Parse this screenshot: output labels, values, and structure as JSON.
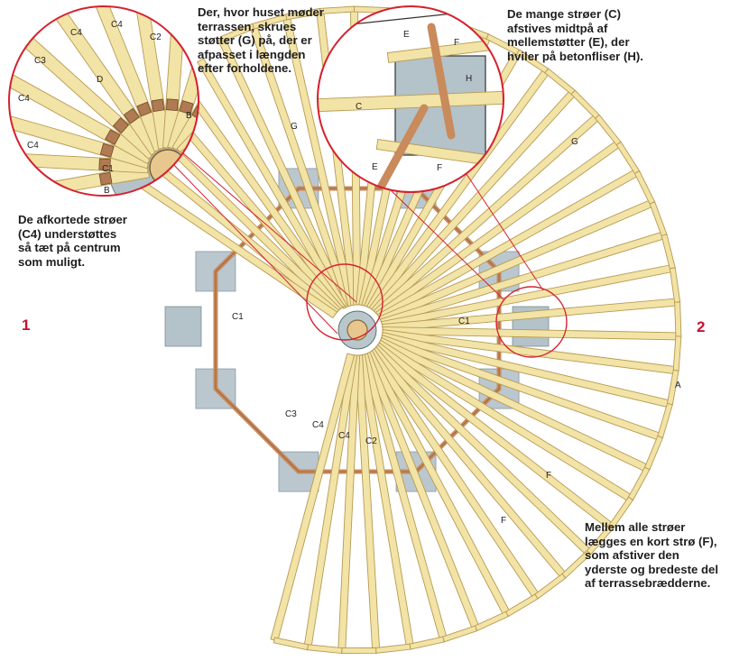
{
  "annotations": {
    "house_meets_terrace": "Der, hvor huset møder\nterrassen, skrues\nstøtter (G) på, der er\nafpasset i længden\nefter forholdene.",
    "many_joists": "De mange strøer  (C)\nafstives midtpå af\nmellemstøtter (E), der\nhviler på betonfliser (H).",
    "shortened_joists": "De afkortede strøer\n(C4) understøttes\nså tæt på centrum\nsom muligt.",
    "short_joist_between": "Mellem alle strøer\nlægges en kort strø (F),\nsom afstiver den\nyderste og bredeste del\naf terrassebrædderne."
  },
  "side_markers": {
    "left": "1",
    "right": "2"
  },
  "main_labels": {
    "C1_left": "C1",
    "C1_right": "C1",
    "C3": "C3",
    "C4_a": "C4",
    "C4_b": "C4",
    "C2": "C2",
    "G_left": "G",
    "G_right": "G",
    "A": "A",
    "F_a": "F",
    "F_b": "F"
  },
  "inset_left_labels": {
    "C4_top": "C4",
    "C4_left": "C4",
    "C4_low": "C4",
    "C4_right": "C4",
    "C2": "C2",
    "C3": "C3",
    "D": "D",
    "B_upper": "B",
    "B_lower": "B",
    "C1": "C1"
  },
  "inset_right_labels": {
    "E_top": "E",
    "F_top": "F",
    "H": "H",
    "C": "C",
    "E_bottom": "E",
    "F_bottom": "F"
  },
  "colors": {
    "joist_fill": "#f2e3a6",
    "joist_edge": "#b89a52",
    "ring_beam": "#c98a5c",
    "block_fill": "#b4c2c9",
    "hub_fill": "#e7c78d",
    "callout_red": "#d5212e",
    "ink": "#1e1e1e"
  },
  "icons": [
    "compass-callout-lines"
  ]
}
